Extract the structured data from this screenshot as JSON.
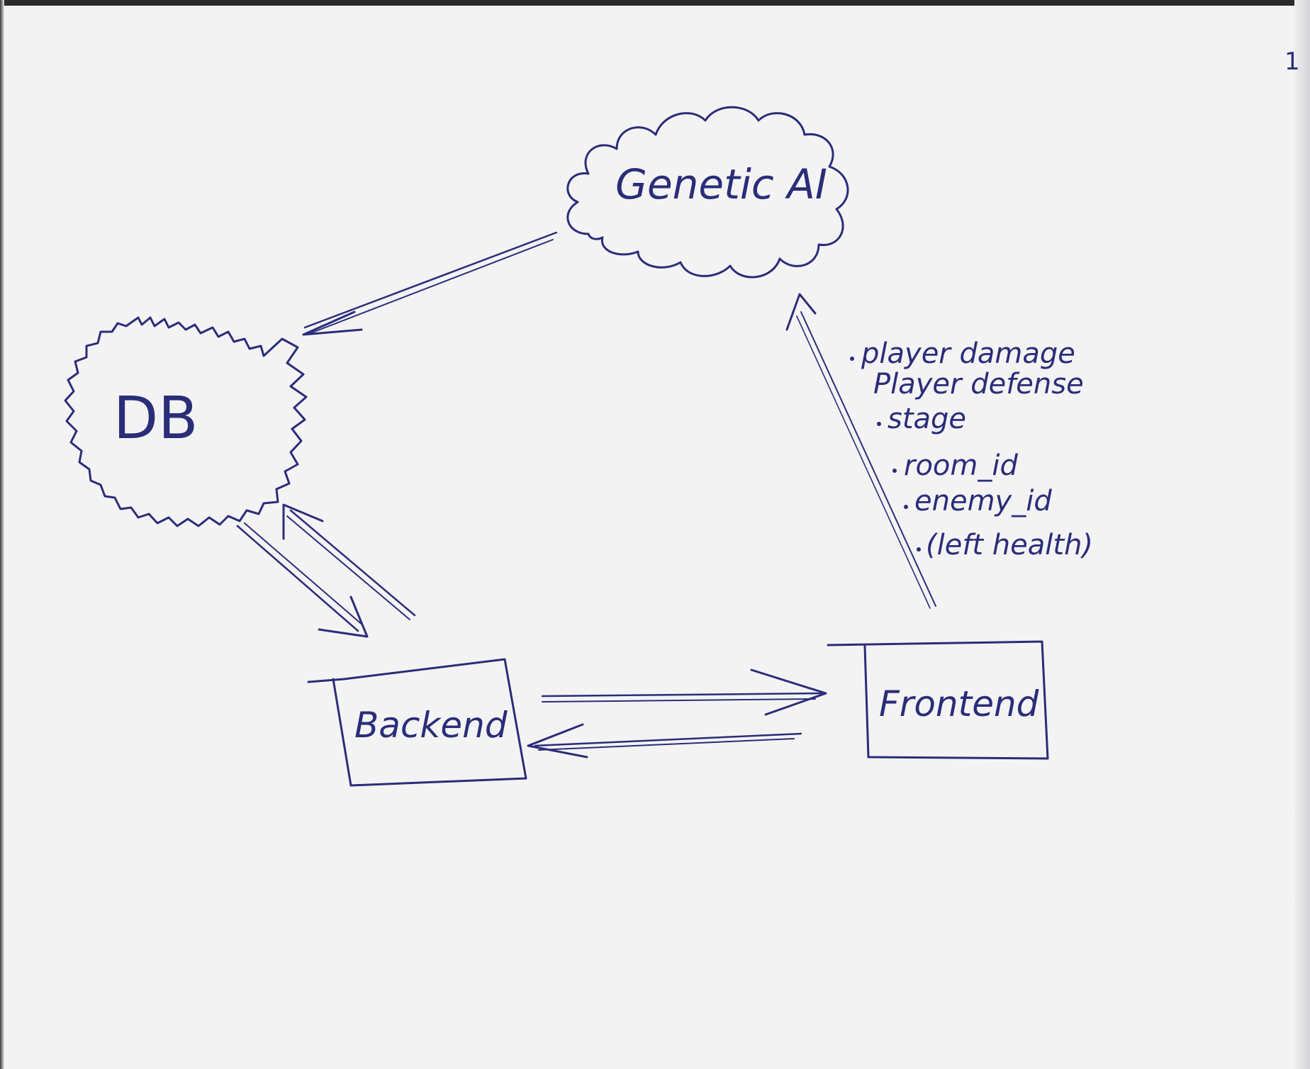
{
  "nodes": {
    "genetic_ai": "Genetic AI",
    "db": "DB",
    "backend": "Backend",
    "frontend": "Frontend"
  },
  "metrics": [
    "player damage",
    "Player defense",
    "stage",
    "room_id",
    "enemy_id",
    "(left health)"
  ],
  "page_mark": "1"
}
